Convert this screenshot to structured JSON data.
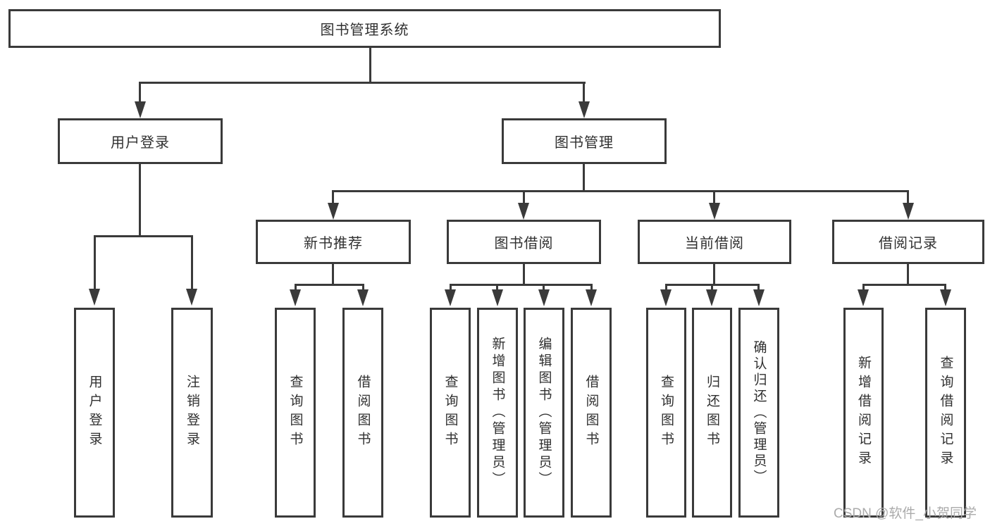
{
  "title": "图书管理系统",
  "nodes": {
    "root": "图书管理系统",
    "user_login": "用户登录",
    "book_management": "图书管理",
    "new_book_recommend": "新书推荐",
    "book_borrow": "图书借阅",
    "current_borrow": "当前借阅",
    "borrow_records": "借阅记录",
    "leaves": {
      "user_login": [
        "用户登录",
        "注销登录"
      ],
      "new_book_recommend": [
        "查询图书",
        "借阅图书"
      ],
      "book_borrow": [
        "查询图书",
        "新增图书（管理员）",
        "编辑图书（管理员）",
        "借阅图书"
      ],
      "current_borrow": [
        "查询图书",
        "归还图书",
        "确认归还（管理员）"
      ],
      "borrow_records": [
        "新增借阅记录",
        "查询借阅记录"
      ]
    }
  },
  "watermark": "CSDN @软件_小贺同学",
  "colors": {
    "line": "#3a3a3a",
    "text": "#303030",
    "watermark": "#ababab",
    "background": "#ffffff"
  }
}
